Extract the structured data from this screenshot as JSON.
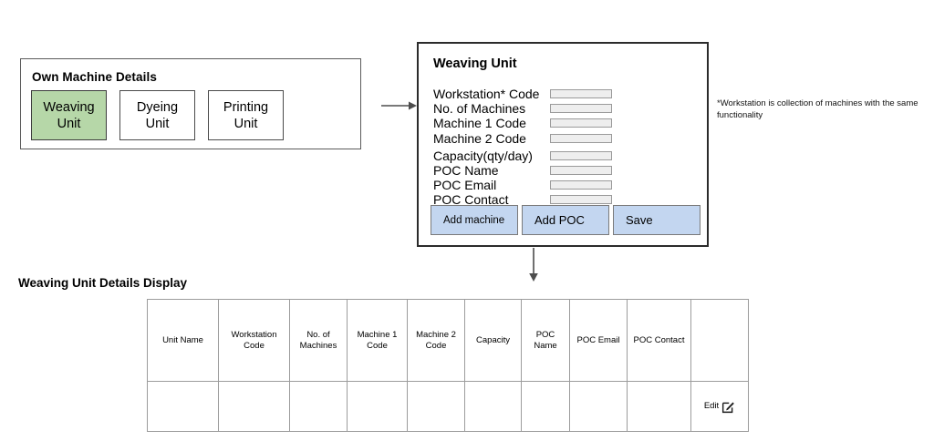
{
  "own_machine": {
    "title": "Own Machine Details",
    "tiles": [
      {
        "line1": "Weaving",
        "line2": "Unit",
        "selected": true
      },
      {
        "line1": "Dyeing",
        "line2": "Unit",
        "selected": false
      },
      {
        "line1": "Printing",
        "line2": "Unit",
        "selected": false
      }
    ]
  },
  "weaving_form": {
    "title": "Weaving Unit",
    "fields": [
      {
        "label": "Workstation* Code",
        "value": ""
      },
      {
        "label": "No. of Machines",
        "value": ""
      },
      {
        "label": "Machine 1 Code",
        "value": ""
      },
      {
        "label": "Machine 2 Code",
        "value": ""
      },
      {
        "label": "Capacity(qty/day)",
        "value": ""
      },
      {
        "label": "POC Name",
        "value": ""
      },
      {
        "label": "POC Email",
        "value": ""
      },
      {
        "label": "POC Contact",
        "value": ""
      }
    ],
    "buttons": [
      {
        "label": "Add machine"
      },
      {
        "label": "Add POC"
      },
      {
        "label": "Save"
      }
    ]
  },
  "footnote": "*Workstation is collection of machines with the same functionality",
  "details": {
    "title": "Weaving Unit Details Display",
    "columns": [
      "Unit Name",
      "Workstation Code",
      "No. of Machines",
      "Machine 1 Code",
      "Machine 2 Code",
      "Capacity",
      "POC Name",
      "POC Email",
      "POC Contact",
      ""
    ],
    "rows": [
      {
        "cells": [
          "",
          "",
          "",
          "",
          "",
          "",
          "",
          "",
          ""
        ],
        "action_label": "Edit"
      }
    ]
  },
  "colors": {
    "selected_tile": "#b6d7a8",
    "button_blue": "#c3d6f0",
    "input_grey": "#eeeeee",
    "border_dark": "#2b2b2b",
    "border_grey": "#9c9c9c"
  }
}
